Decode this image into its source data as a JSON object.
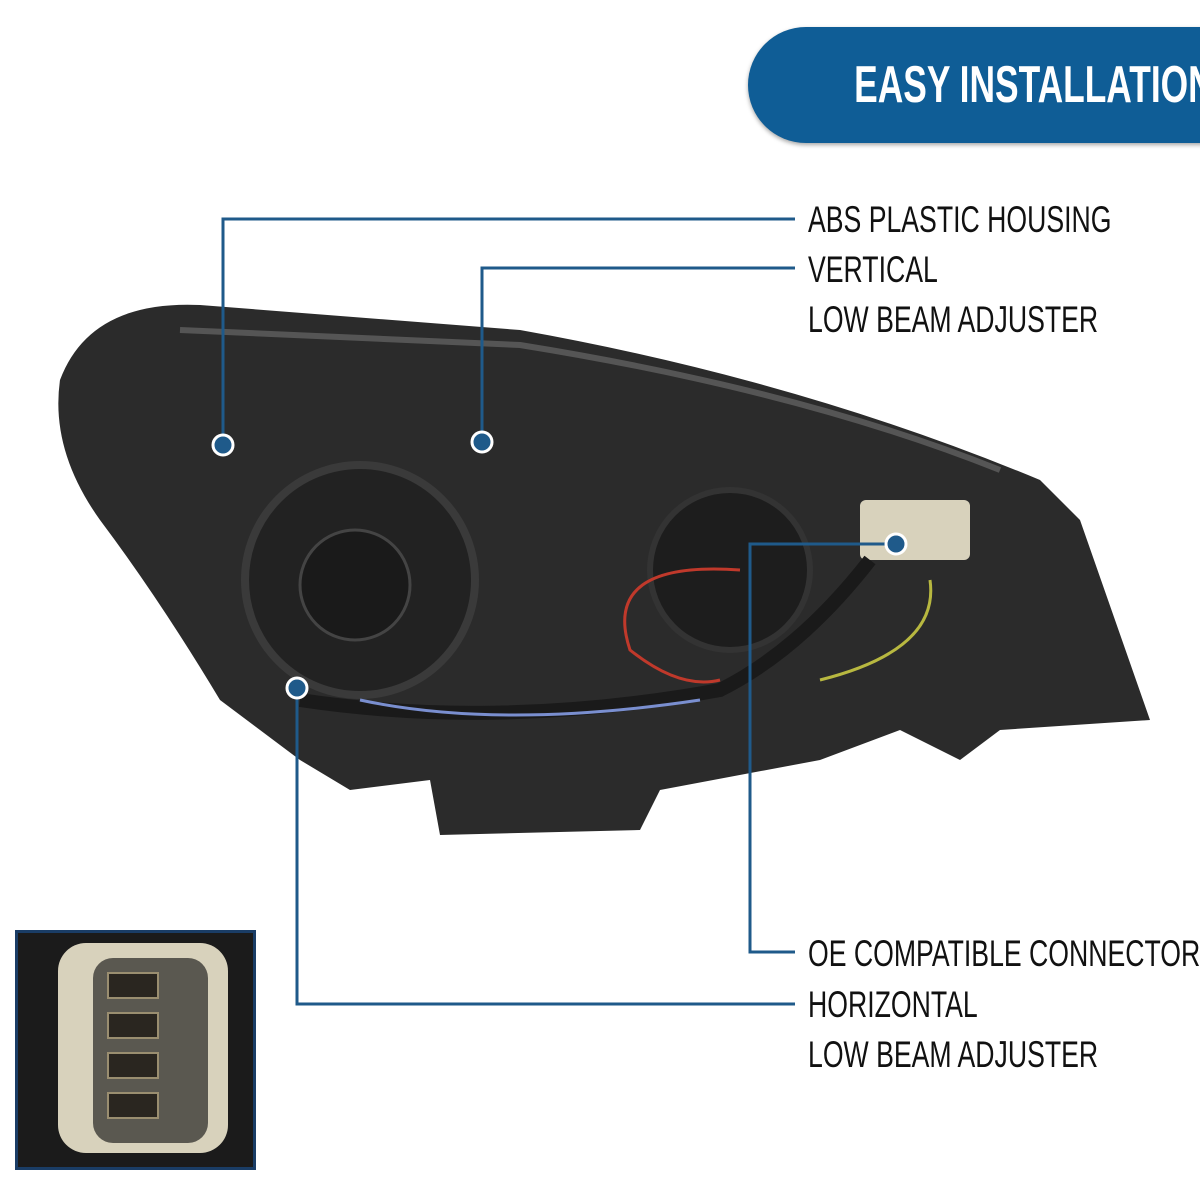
{
  "banner": {
    "title": "EASY INSTALLATION",
    "color": "#0f5d96"
  },
  "callouts": [
    {
      "label": "ABS PLASTIC HOUSING"
    },
    {
      "line1": "VERTICAL",
      "line2": "LOW BEAM ADJUSTER"
    },
    {
      "label": "OE COMPATIBLE CONNECTOR"
    },
    {
      "line1": "HORIZONTAL",
      "line2": "LOW BEAM ADJUSTER"
    }
  ],
  "colors": {
    "callout_line": "#1f5a8a",
    "housing": "#2a2a2a",
    "connector": "#d8d2bc"
  }
}
